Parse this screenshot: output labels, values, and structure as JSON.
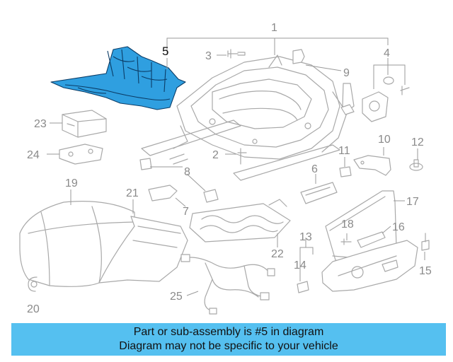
{
  "callouts": [
    {
      "id": "1",
      "label": "1"
    },
    {
      "id": "2",
      "label": "2"
    },
    {
      "id": "3",
      "label": "3"
    },
    {
      "id": "4",
      "label": "4"
    },
    {
      "id": "5",
      "label": "5",
      "highlighted": true
    },
    {
      "id": "6",
      "label": "6"
    },
    {
      "id": "7",
      "label": "7"
    },
    {
      "id": "8",
      "label": "8"
    },
    {
      "id": "9",
      "label": "9"
    },
    {
      "id": "10",
      "label": "10"
    },
    {
      "id": "11",
      "label": "11"
    },
    {
      "id": "12",
      "label": "12"
    },
    {
      "id": "13",
      "label": "13"
    },
    {
      "id": "14",
      "label": "14"
    },
    {
      "id": "15",
      "label": "15"
    },
    {
      "id": "16",
      "label": "16"
    },
    {
      "id": "17",
      "label": "17"
    },
    {
      "id": "18",
      "label": "18"
    },
    {
      "id": "19",
      "label": "19"
    },
    {
      "id": "20",
      "label": "20"
    },
    {
      "id": "21",
      "label": "21"
    },
    {
      "id": "22",
      "label": "22"
    },
    {
      "id": "23",
      "label": "23"
    },
    {
      "id": "24",
      "label": "24"
    },
    {
      "id": "25",
      "label": "25"
    }
  ],
  "banner": {
    "line1": "Part or sub-assembly is #5 in diagram",
    "line2": "Diagram may not be specific to your vehicle"
  },
  "colors": {
    "highlight_part": "#2f9fe0",
    "banner_bg": "#55c0f0",
    "line_art": "#a9a9a9"
  }
}
